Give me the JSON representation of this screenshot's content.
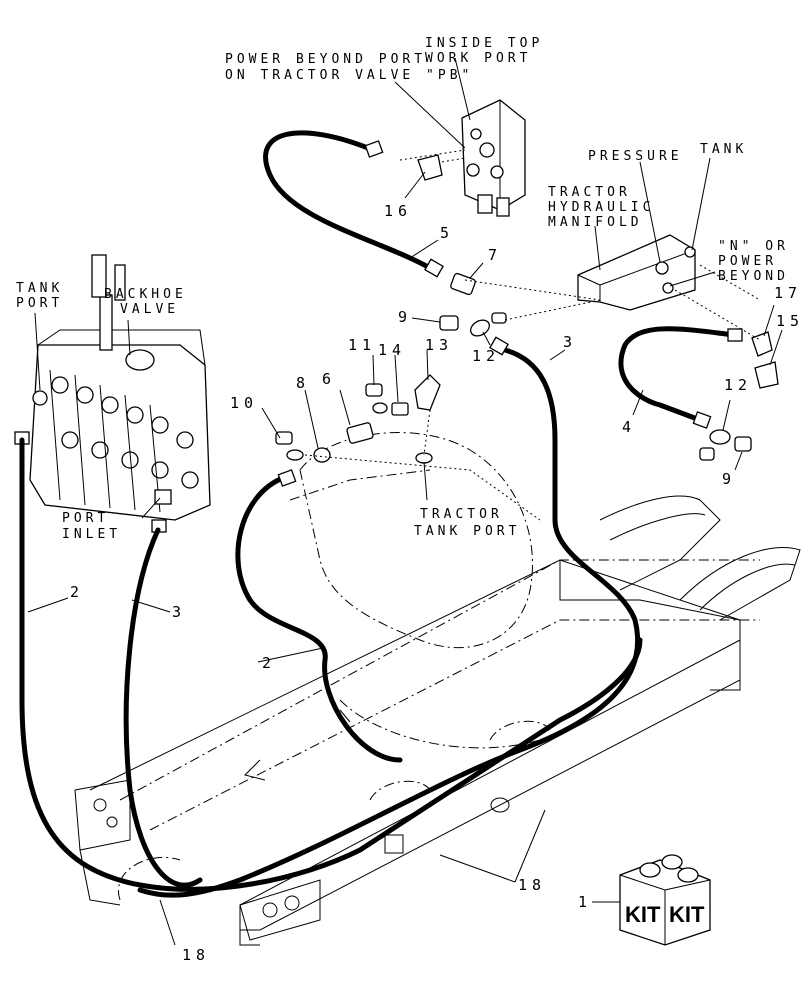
{
  "labels": {
    "inside_top_1": "INSIDE TOP",
    "inside_top_2": "WORK PORT",
    "power_beyond_1": "POWER BEYOND PORT",
    "power_beyond_2": "ON TRACTOR VALVE \"PB\"",
    "pressure": "PRESSURE",
    "tank": "TANK",
    "manifold_1": "TRACTOR",
    "manifold_2": "HYDRAULIC",
    "manifold_3": "MANIFOLD",
    "n_or_1": "\"N\" OR",
    "n_or_2": "POWER",
    "n_or_3": "BEYOND",
    "tank_port_1": "TANK",
    "tank_port_2": "PORT",
    "backhoe_1": "BACKHOE",
    "backhoe_2": "VALVE",
    "port_inlet_1": "PORT",
    "port_inlet_2": "INLET",
    "tractor_tank_1": "TRACTOR",
    "tractor_tank_2": "TANK PORT",
    "kit_1": "KIT",
    "kit_2": "KIT"
  },
  "callouts": {
    "c1": "1",
    "c2a": "2",
    "c2b": "2",
    "c3a": "3",
    "c3b": "3",
    "c4": "4",
    "c5": "5",
    "c6": "6",
    "c7": "7",
    "c8": "8",
    "c9a": "9",
    "c9b": "9",
    "c10": "10",
    "c11": "11",
    "c12a": "12",
    "c12b": "12",
    "c13": "13",
    "c14": "14",
    "c15": "15",
    "c16": "16",
    "c17": "17",
    "c18a": "18",
    "c18b": "18"
  }
}
